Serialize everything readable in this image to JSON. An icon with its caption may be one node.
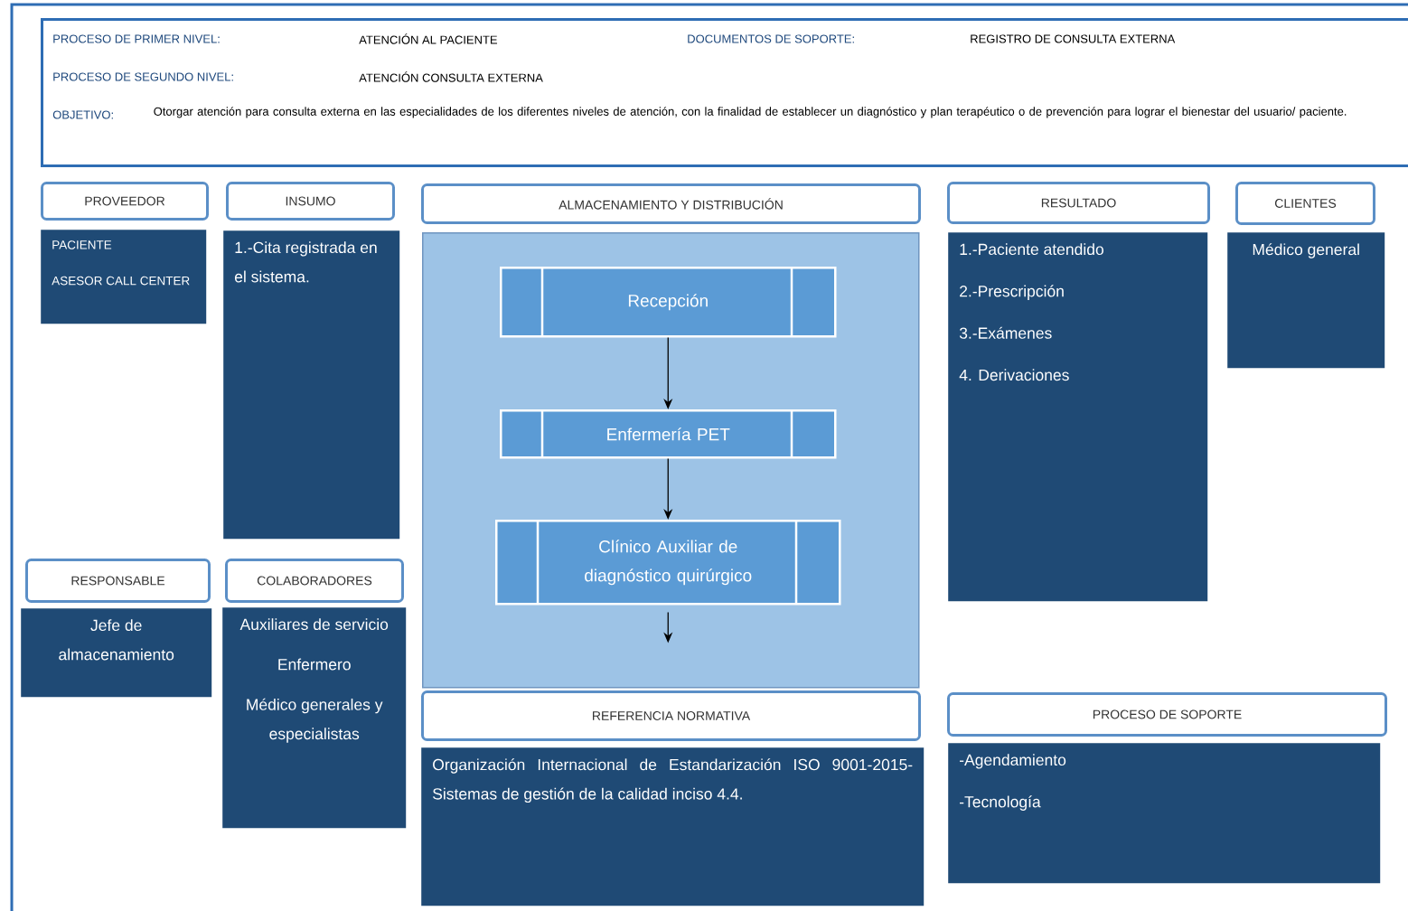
{
  "diagram": {
    "nodes": [
      {
        "text": [
          "PROCESO DE PRIMER NIVEL:",
          "ATENCIÓN AL PACIENTE",
          "DOCUMENTOS DE SOPORTE:",
          "REGISTRO DE CONSULTA EXTERNA",
          "PROCESO DE SEGUNDO NIVEL:",
          "ATENCIÓN CONSULTA EXTERNA",
          "OBJETIVO:",
          "Otorgar atención para consulta externa en las especialidades de los diferentes niveles de atención, con la finalidad de establecer un diagnóstico y plan terapéutico o de prevención para lograr el bienestar del usuario/ paciente."
        ]
      },
      {
        "text": [
          "PROVEEDOR"
        ]
      },
      {
        "text": [
          "INSUMO"
        ]
      },
      {
        "text": [
          "ALMACENAMIENTO Y DISTRIBUCIÓN"
        ]
      },
      {
        "text": [
          "RESULTADO"
        ]
      },
      {
        "text": [
          "CLIENTES"
        ]
      },
      {
        "text": [
          "PACIENTE",
          "ASESOR CALL CENTER"
        ]
      },
      {
        "text": [
          "1.-Cita registrada en el sistema."
        ]
      },
      {
        "text": [],
        "shape": "box"
      },
      {
        "text": [
          "Recepción"
        ],
        "in": 8
      },
      {
        "text": [
          "Enfermería PET"
        ],
        "in": 8
      },
      {
        "text": [
          "Clínico Auxiliar de diagnóstico quirúrgico"
        ],
        "in": 8
      },
      {
        "text": [
          "1.-Paciente atendido",
          "2.-Prescripción",
          "3.-Exámenes",
          "4. Derivaciones"
        ]
      },
      {
        "text": [
          "Médico general"
        ]
      },
      {
        "text": [
          "RESPONSABLE"
        ]
      },
      {
        "text": [
          "COLABORADORES"
        ]
      },
      {
        "text": [
          "Jefe de almacenamiento"
        ]
      },
      {
        "text": [
          "Auxiliares de servicio",
          "Enfermero",
          "Médico generales y especialistas"
        ]
      },
      {
        "text": [
          "REFERENCIA NORMATIVA"
        ]
      },
      {
        "text": [
          "PROCESO DE SOPORTE"
        ]
      },
      {
        "text": [
          "Organización Internacional de Estandarización ISO 9001-2015-Sistemas de gestión de la calidad inciso 4.4."
        ]
      },
      {
        "text": [
          "-Agendamiento",
          "-Tecnología"
        ]
      }
    ],
    "edges": [
      {
        "from": 9,
        "to": 10,
        "arrow": "to"
      },
      {
        "from": 10,
        "to": 11,
        "arrow": "to"
      },
      {
        "from": 11,
        "to": null,
        "arrow": "to"
      }
    ]
  }
}
